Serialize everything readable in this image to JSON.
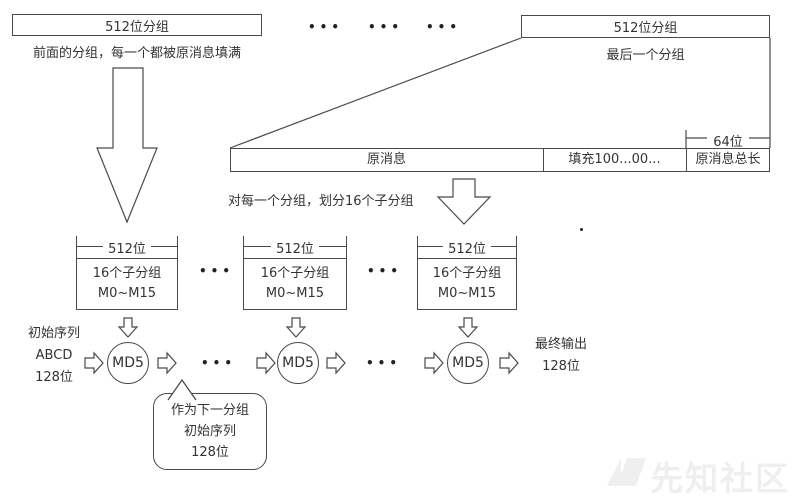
{
  "diagram": {
    "top_left_box_label": "512位分组",
    "top_left_caption": "前面的分组，每一个都被原消息填满",
    "top_right_box_label": "512位分组",
    "top_right_caption": "最后一个分组",
    "ellipsis": "•••",
    "message_bar": {
      "segment_original": "原消息",
      "segment_padding": "填充100...00...",
      "segment_length": "原消息总长",
      "dim_label": "64位"
    },
    "split_caption": "对每一个分组，划分16个子分组",
    "sub_block": {
      "dim_label": "512位",
      "line1": "16个子分组",
      "line2": "M0~M15"
    },
    "initial_label": {
      "line1": "初始序列",
      "line2": "ABCD",
      "line3": "128位"
    },
    "md5_label": "MD5",
    "final_label": {
      "line1": "最终输出",
      "line2": "128位"
    },
    "bubble": {
      "line1": "作为下一分组",
      "line2": "初始序列",
      "line3": "128位"
    },
    "watermark_text": "先知社区"
  },
  "colors": {
    "line": "#4a4a4a",
    "text": "#333333",
    "watermark": "#efefef",
    "background": "#ffffff"
  }
}
